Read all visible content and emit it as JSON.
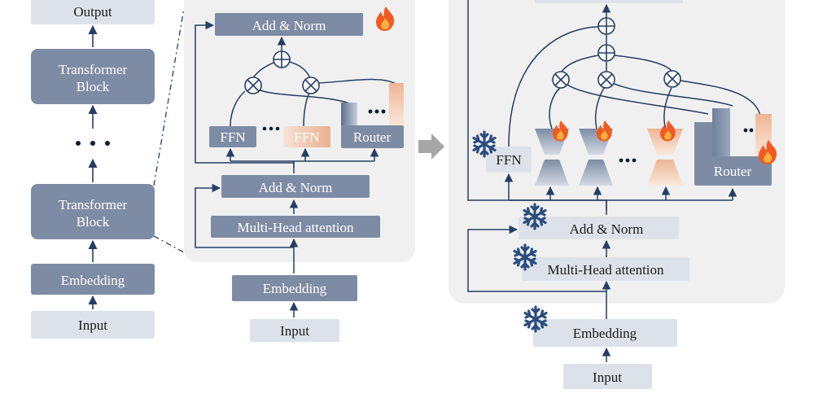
{
  "colors": {
    "dark_block": "#7d8ca4",
    "light_block": "#dde2ea",
    "panel_bg": "#f0f0f0",
    "line": "#253e63",
    "adapter_orange": "#efbfa5",
    "fire": "#f15a22",
    "snow": "#2b4c7e"
  },
  "icons": {
    "trainable": "fire-icon",
    "frozen": "snowflake-icon",
    "multiply": "circled-times-icon",
    "add": "circled-plus-icon"
  },
  "left_stack": {
    "output": "Output",
    "block_top": [
      "Transformer",
      "Block"
    ],
    "block_bottom": [
      "Transformer",
      "Block"
    ],
    "embedding": "Embedding",
    "input": "Input"
  },
  "middle_panel": {
    "add_norm_top": "Add & Norm",
    "ffn_1": "FFN",
    "ffn_2": "FFN",
    "router": "Router",
    "add_norm": "Add & Norm",
    "mha": "Multi-Head attention",
    "embedding": "Embedding",
    "input": "Input"
  },
  "right_panel": {
    "ffn": "FFN",
    "router": "Router",
    "add_norm": "Add & Norm",
    "mha": "Multi-Head attention",
    "embedding": "Embedding",
    "input": "Input"
  }
}
